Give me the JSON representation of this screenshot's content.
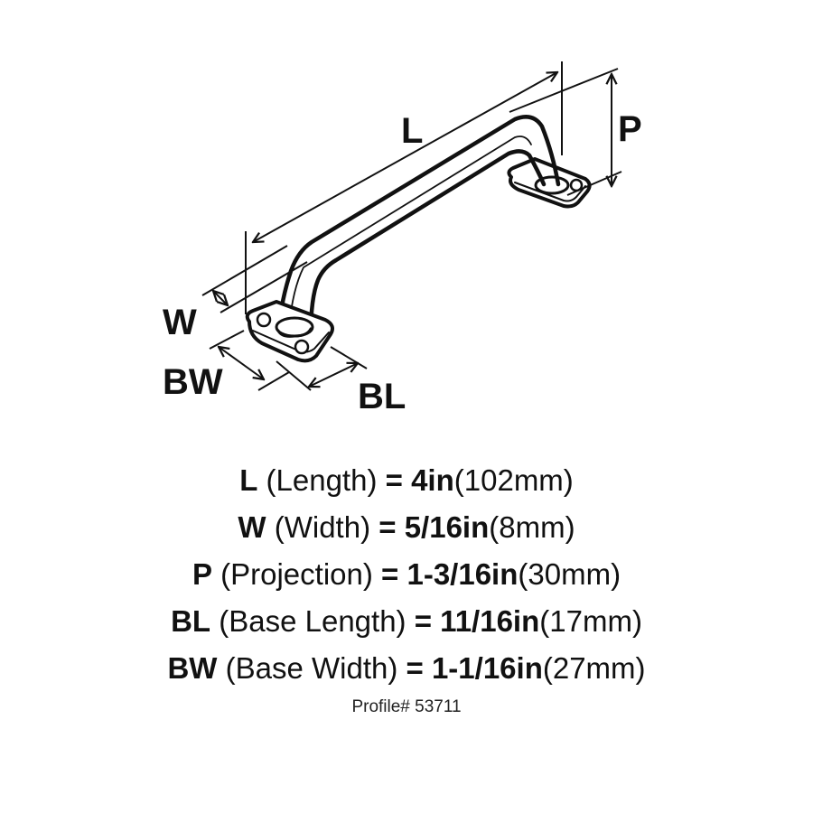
{
  "diagram": {
    "labels": {
      "L": "L",
      "P": "P",
      "W": "W",
      "BW": "BW",
      "BL": "BL"
    },
    "line_color": "#111111",
    "background": "#ffffff"
  },
  "specs": [
    {
      "abbr": "L",
      "name": "(Length)",
      "eq": "=",
      "imperial": "4in",
      "metric": "(102mm)"
    },
    {
      "abbr": "W",
      "name": "(Width)",
      "eq": "=",
      "imperial": "5/16in",
      "metric": "(8mm)"
    },
    {
      "abbr": "P",
      "name": "(Projection)",
      "eq": "=",
      "imperial": "1-3/16in",
      "metric": "(30mm)"
    },
    {
      "abbr": "BL",
      "name": "(Base Length)",
      "eq": "=",
      "imperial": "11/16in",
      "metric": "(17mm)"
    },
    {
      "abbr": "BW",
      "name": "(Base Width)",
      "eq": "=",
      "imperial": "1-1/16in",
      "metric": "(27mm)"
    }
  ],
  "profile": "Profile# 53711"
}
